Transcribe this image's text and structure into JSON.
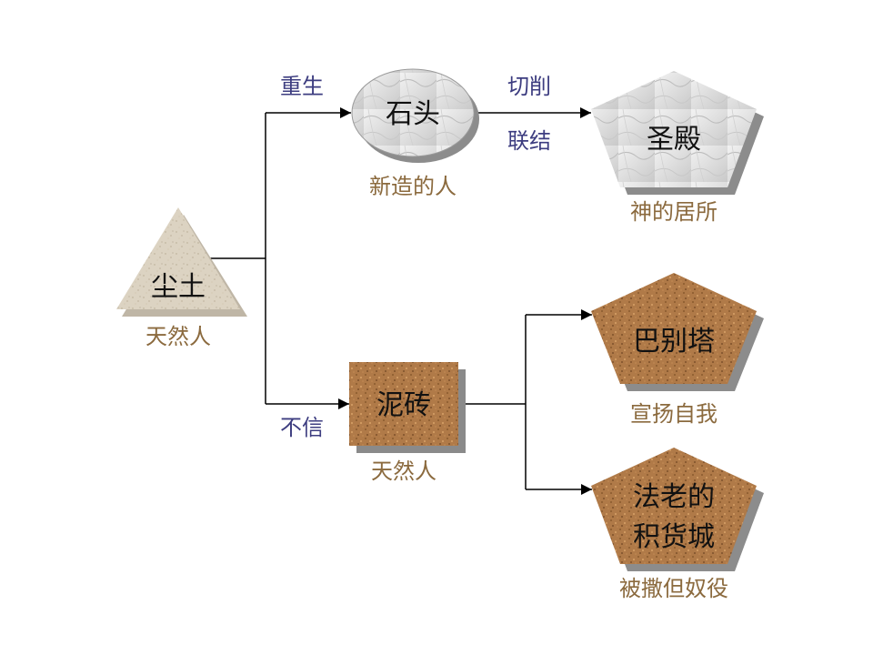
{
  "nodes": {
    "dust": {
      "label": "尘土",
      "caption": "天然人"
    },
    "stone": {
      "label": "石头",
      "caption": "新造的人"
    },
    "temple": {
      "label": "圣殿",
      "caption": "神的居所"
    },
    "brick": {
      "label": "泥砖",
      "caption": "天然人"
    },
    "babel": {
      "label": "巴别塔",
      "caption": "宣扬自我"
    },
    "pharaoh": {
      "label_line1": "法老的",
      "label_line2": "积货城",
      "caption": "被撒但奴役"
    }
  },
  "edges": {
    "rebirth": "重生",
    "cut": "切削",
    "join": "联结",
    "unbelief": "不信"
  },
  "colors": {
    "text": "#111111",
    "caption": "#8b6a3e",
    "edge_label": "#3d3d80",
    "line": "#000000",
    "sand": "#dcd3c2",
    "marble": "#e6e6e6",
    "cork": "#b07a48"
  }
}
